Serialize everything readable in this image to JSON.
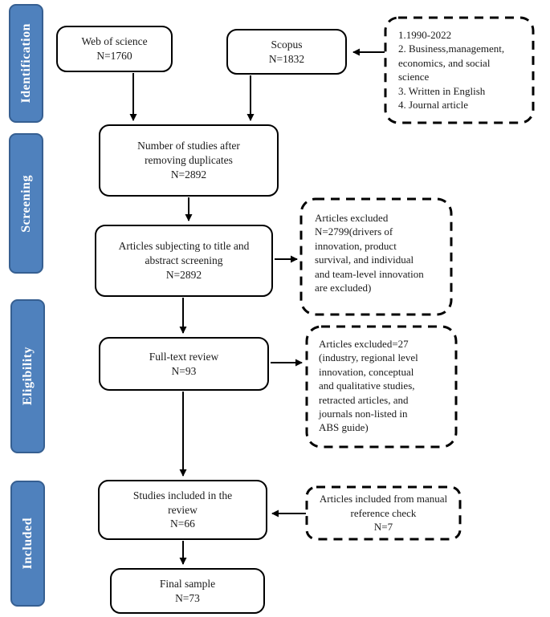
{
  "diagram": {
    "stages": [
      {
        "label": "Identification"
      },
      {
        "label": "Screening"
      },
      {
        "label": "Eligibility"
      },
      {
        "label": "Included"
      }
    ],
    "boxes": {
      "web_of_science": {
        "lines": [
          "Web of science",
          "N=1760"
        ]
      },
      "scopus": {
        "lines": [
          "Scopus",
          "N=1832"
        ]
      },
      "criteria": {
        "lines": [
          "1.1990-2022",
          "2. Business,management,",
          "economics, and social",
          "science",
          "3. Written in English",
          "4. Journal article"
        ]
      },
      "duplicates": {
        "lines": [
          "Number of studies after",
          "removing duplicates",
          "N=2892"
        ]
      },
      "title_abstract": {
        "lines": [
          "Articles subjecting to title and",
          "abstract screening",
          "N=2892"
        ]
      },
      "excluded_screening": {
        "lines": [
          "Articles excluded",
          "N=2799(drivers of",
          "innovation, product",
          "survival, and individual",
          "and team-level innovation",
          "are excluded)"
        ]
      },
      "full_text": {
        "lines": [
          "Full-text review",
          "N=93"
        ]
      },
      "excluded_fulltext": {
        "lines": [
          "Articles excluded=27",
          "(industry, regional level",
          "innovation, conceptual",
          "and qualitative studies,",
          "retracted articles, and",
          "journals non-listed in",
          "ABS guide)"
        ]
      },
      "included_review": {
        "lines": [
          "Studies included in the",
          "review",
          "N=66"
        ]
      },
      "manual_reference": {
        "lines": [
          "Articles included from manual",
          "reference check",
          "N=7"
        ]
      },
      "final_sample": {
        "lines": [
          "Final sample",
          "N=73"
        ]
      }
    },
    "colors": {
      "stage_fill": "#4f81bd",
      "stage_border": "#365f91",
      "stage_text": "#ffffff",
      "box_border": "#000000",
      "box_fill": "#ffffff",
      "arrow": "#000000"
    }
  }
}
